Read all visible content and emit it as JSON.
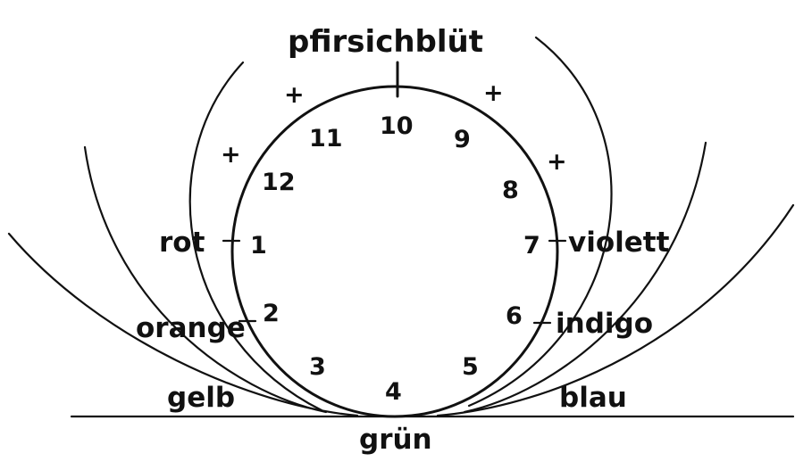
{
  "diagram": {
    "title": "pfirsichblüt",
    "bottom_label": "grün",
    "colors": {
      "ink": "#111111",
      "background": "#ffffff"
    },
    "left_labels": [
      "rot",
      "orange",
      "gelb"
    ],
    "right_labels": [
      "violett",
      "indigo",
      "blau"
    ],
    "numbers": [
      "1",
      "2",
      "3",
      "4",
      "5",
      "6",
      "7",
      "8",
      "9",
      "10",
      "11",
      "12"
    ],
    "cross_marks": [
      "+",
      "+",
      "+",
      "+"
    ]
  }
}
